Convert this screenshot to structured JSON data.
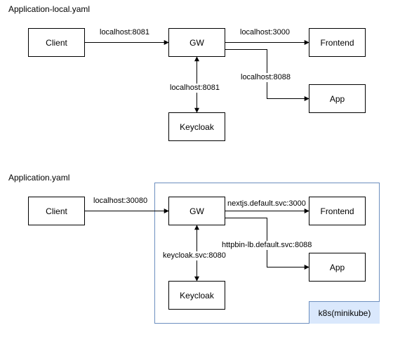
{
  "diagram_local": {
    "title": "Application-local.yaml",
    "nodes": {
      "client": "Client",
      "gw": "GW",
      "frontend": "Frontend",
      "app": "App",
      "keycloak": "Keycloak"
    },
    "edges": {
      "client_gw": "localhost:8081",
      "gw_frontend": "localhost:3000",
      "gw_app": "localhost:8088",
      "gw_keycloak": "localhost:8081"
    }
  },
  "diagram_k8s": {
    "title": "Application.yaml",
    "cluster_label": "k8s(minikube)",
    "nodes": {
      "client": "Client",
      "gw": "GW",
      "frontend": "Frontend",
      "app": "App",
      "keycloak": "Keycloak"
    },
    "edges": {
      "client_gw": "localhost:30080",
      "gw_frontend": "nextjs.default.svc:3000",
      "gw_app": "httpbin-lb.default.svc:8088",
      "gw_keycloak": "keycloak.svc:8080"
    }
  }
}
